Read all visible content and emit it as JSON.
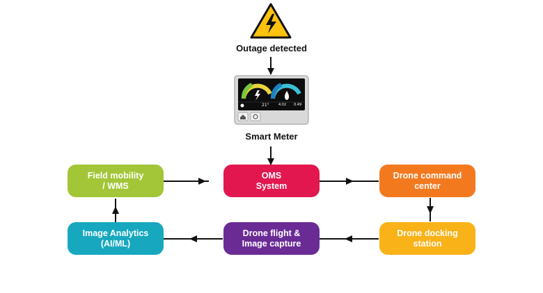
{
  "trigger": {
    "label": "Outage detected",
    "icon": "high-voltage-warning-icon"
  },
  "meter": {
    "label": "Smart Meter",
    "temperature": "21°",
    "readout_left": "4.02",
    "readout_right": "0.49",
    "icons": [
      "electricity-gauge-icon",
      "gas-flame-gauge-icon",
      "home-icon",
      "power-icon"
    ]
  },
  "nodes": {
    "oms": {
      "label": "OMS\nSystem",
      "color": "#e3174f"
    },
    "drone_command": {
      "label": "Drone command\ncenter",
      "color": "#f3791f"
    },
    "drone_docking": {
      "label": "Drone docking\nstation",
      "color": "#f9b218"
    },
    "drone_flight": {
      "label": "Drone flight &\nImage capture",
      "color": "#6a2b95"
    },
    "image_analytics": {
      "label": "Image Analytics\n(AI/ML)",
      "color": "#17a8bf"
    },
    "field_mobility": {
      "label": "Field mobility\n/ WMS",
      "color": "#a2c637"
    }
  },
  "colors": {
    "arrow": "#111111",
    "warning": "#ffc20e"
  }
}
